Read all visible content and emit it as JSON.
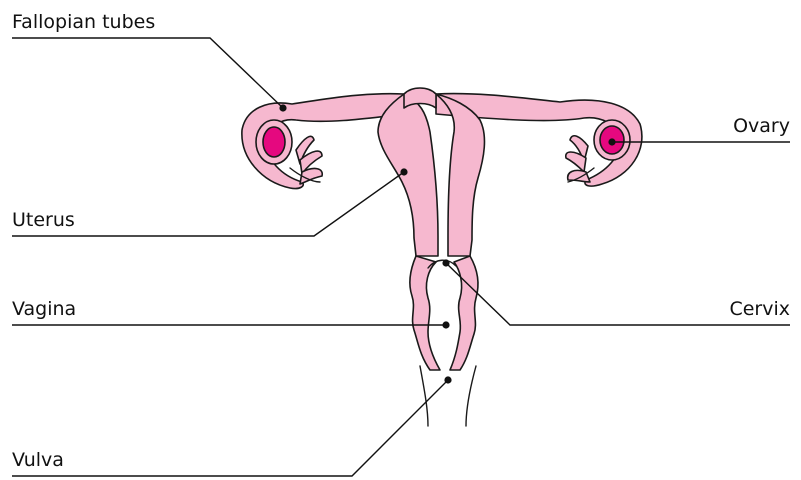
{
  "labels": {
    "fallopian_tubes": "Fallopian tubes",
    "uterus": "Uterus",
    "vagina": "Vagina",
    "vulva": "Vulva",
    "ovary": "Ovary",
    "cervix": "Cervix"
  },
  "colors": {
    "tissue": "#f6b8cf",
    "ovary": "#e5087f",
    "outline": "#1a1a1a",
    "background": "#ffffff"
  }
}
